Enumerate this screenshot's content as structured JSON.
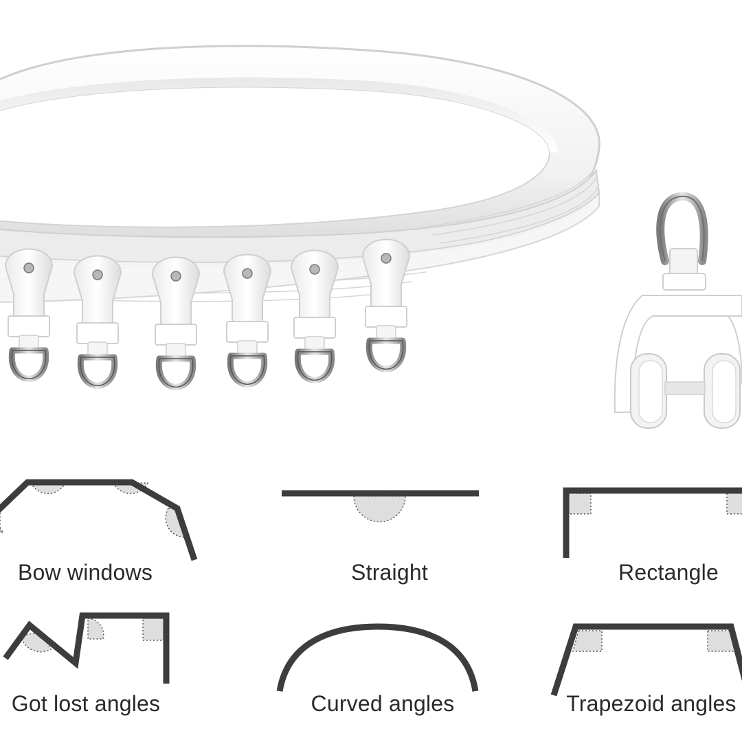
{
  "product": {
    "items": [
      "curved-track-ring-icon",
      "glider-hook-icon",
      "roller-carrier-icon"
    ]
  },
  "shapes": [
    {
      "label": "Bow windows",
      "icon": "bow-window-shape-icon"
    },
    {
      "label": "Straight",
      "icon": "straight-shape-icon"
    },
    {
      "label": "Rectangle",
      "icon": "rectangle-shape-icon"
    },
    {
      "label": "Got lost angles",
      "icon": "lost-angles-shape-icon"
    },
    {
      "label": "Curved angles",
      "icon": "curved-angles-shape-icon"
    },
    {
      "label": "Trapezoid angles",
      "icon": "trapezoid-angles-shape-icon"
    }
  ],
  "colors": {
    "background": "#ffffff",
    "track": "#f4f4f4",
    "track_shadow": "#d9d9d9",
    "diagram_line": "#3d3d3d",
    "diagram_fill": "#dcdcdc",
    "label_text": "#2a2a2a",
    "metal": "#a9a9a9"
  }
}
